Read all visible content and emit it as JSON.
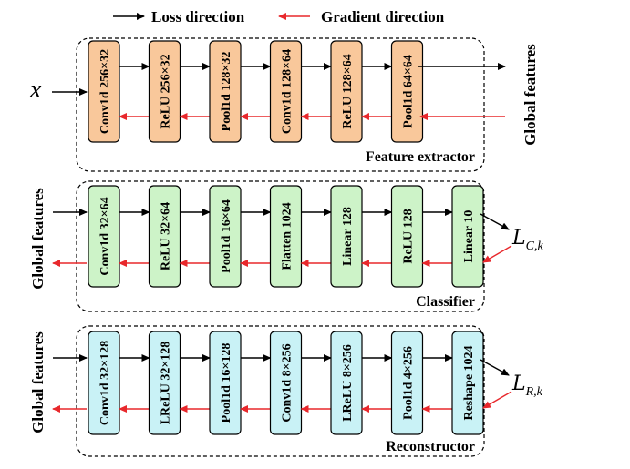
{
  "legend": {
    "loss_label": "Loss direction",
    "gradient_label": "Gradient direction",
    "loss_color": "#000000",
    "gradient_color": "#e8282c"
  },
  "modules": [
    {
      "title": "Feature extractor",
      "fill": "#f9c89b",
      "input_label": "x",
      "output_label": "Global features",
      "blocks": [
        "Conv1d  256×32",
        "ReLU  256×32",
        "Pool1d  128×32",
        "Conv1d  128×64",
        "ReLU  128×64",
        "Pool1d  64×64"
      ]
    },
    {
      "title": "Classifier",
      "fill": "#cdf3c8",
      "input_label": "Global features",
      "loss_main": "L",
      "loss_sub": "C,k",
      "blocks": [
        "Conv1d  32×64",
        "ReLU  32×64",
        "Pool1d  16×64",
        "Flatten  1024",
        "Linear  128",
        "ReLU  128",
        "Linear  10"
      ]
    },
    {
      "title": "Reconstructor",
      "fill": "#c9f2f6",
      "input_label": "Global features",
      "loss_main": "L",
      "loss_sub": "R,k",
      "blocks": [
        "Conv1d  32×128",
        "LReLU  32×128",
        "Pool1d 16×128",
        "Conv1d  8×256",
        "LReLU  8×256",
        "Pool1d  4×256",
        "Reshape  1024"
      ]
    }
  ]
}
